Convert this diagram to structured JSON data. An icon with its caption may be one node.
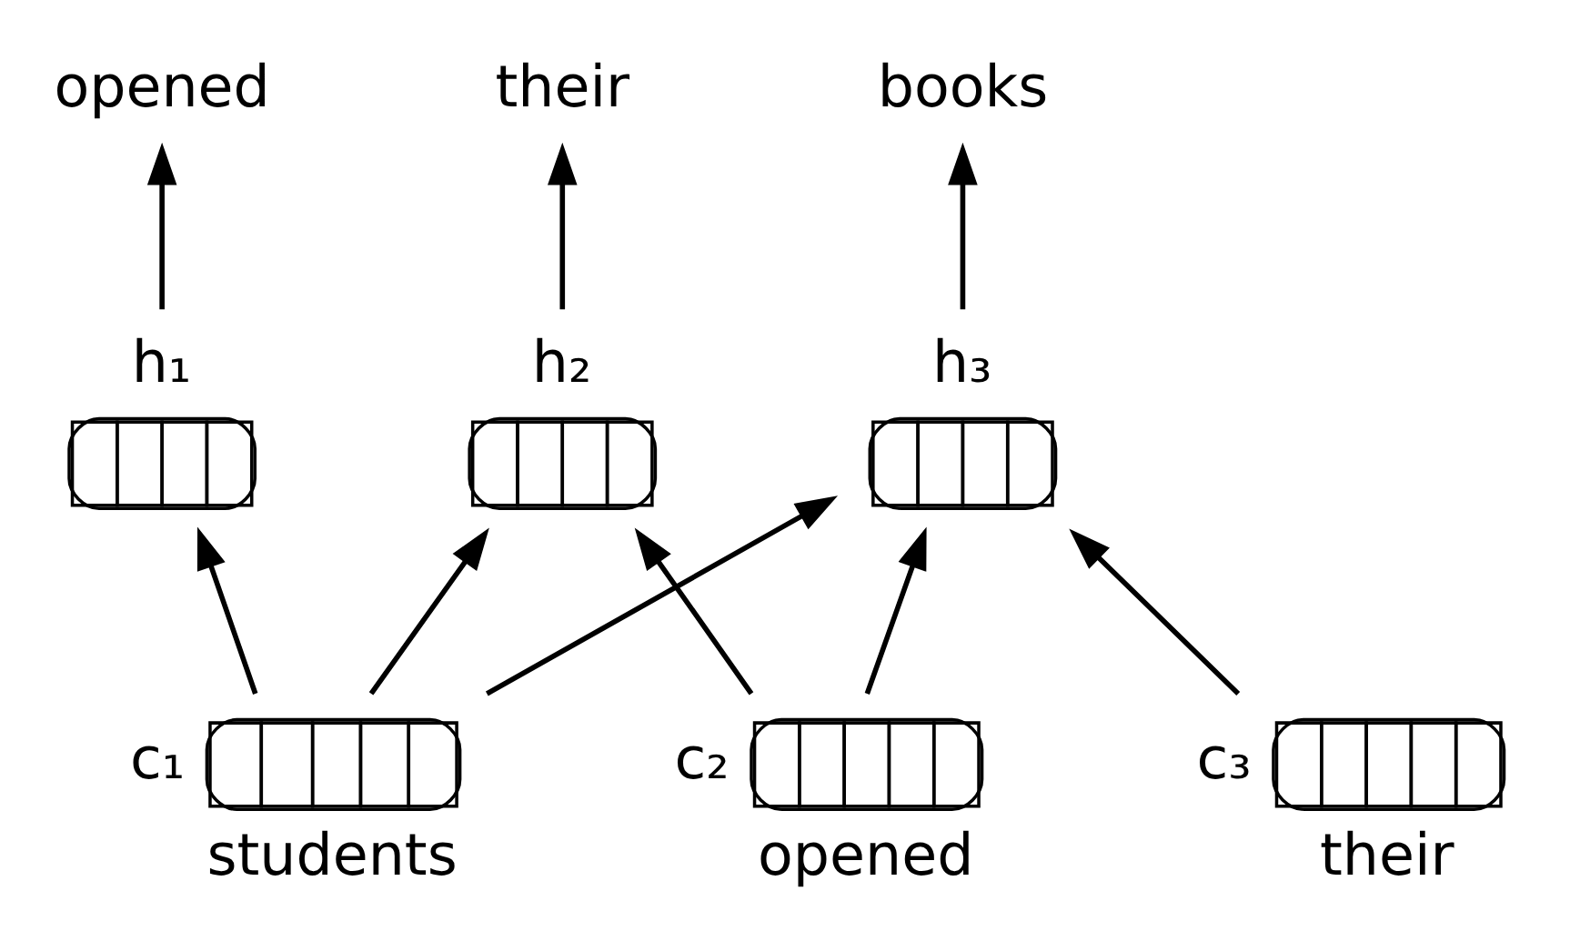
{
  "diagram": {
    "nodes": [
      {
        "text": [
          "opened"
        ]
      },
      {
        "text": [
          "their"
        ]
      },
      {
        "text": [
          "books"
        ]
      },
      {
        "text": [],
        "shape": "box",
        "beside": [
          "h₁"
        ]
      },
      {
        "text": [],
        "shape": "box",
        "beside": [
          "h₂"
        ]
      },
      {
        "text": [],
        "shape": "box",
        "beside": [
          "h₃"
        ]
      },
      {
        "text": [],
        "shape": "box",
        "beside": [
          "c₁",
          "students"
        ]
      },
      {
        "text": [],
        "shape": "box",
        "beside": [
          "c₂",
          "opened"
        ]
      },
      {
        "text": [],
        "shape": "box",
        "beside": [
          "c₃",
          "their"
        ]
      }
    ],
    "edges": [
      {
        "from": 3,
        "to": 0,
        "arrow": "to"
      },
      {
        "from": 4,
        "to": 1,
        "arrow": "to"
      },
      {
        "from": 5,
        "to": 2,
        "arrow": "to"
      },
      {
        "from": 6,
        "to": 3,
        "arrow": "to"
      },
      {
        "from": 6,
        "to": 4,
        "arrow": "to"
      },
      {
        "from": 6,
        "to": 5,
        "arrow": "to"
      },
      {
        "from": 7,
        "to": 4,
        "arrow": "to"
      },
      {
        "from": 7,
        "to": 5,
        "arrow": "to"
      },
      {
        "from": 8,
        "to": 5,
        "arrow": "to"
      }
    ]
  }
}
